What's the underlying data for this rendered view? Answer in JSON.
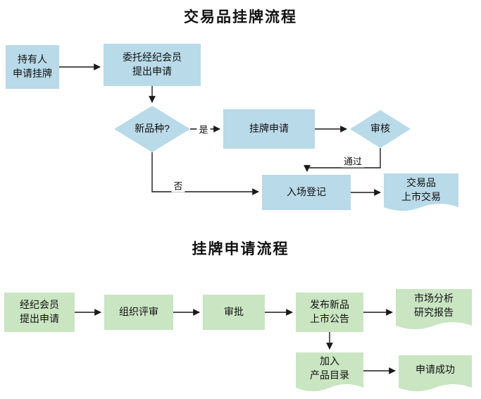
{
  "colors": {
    "node_blue": "#b9dae8",
    "node_green": "#c9e5c2",
    "line": "#1a1a1a",
    "text": "#111111",
    "background": "#ffffff"
  },
  "chart1": {
    "title": "交易品挂牌流程",
    "nodes": {
      "holder": "持有人\n申请挂牌",
      "entrust": "委托经纪会员\n提出申请",
      "new_variety": "新品种?",
      "listing_apply": "挂牌申请",
      "review": "审核",
      "entry_register": "入场登记",
      "listed_trade": "交易品\n上市交易"
    },
    "edge_labels": {
      "yes": "是",
      "no": "否",
      "pass": "通过"
    }
  },
  "chart2": {
    "title": "挂牌申请流程",
    "nodes": {
      "broker_apply": "经纪会员\n提出申请",
      "organize_review": "组织评审",
      "approve": "审批",
      "announce": "发布新品\n上市公告",
      "market_report": "市场分析\n研究报告",
      "catalog": "加入\n产品目录",
      "success": "申请成功"
    }
  }
}
